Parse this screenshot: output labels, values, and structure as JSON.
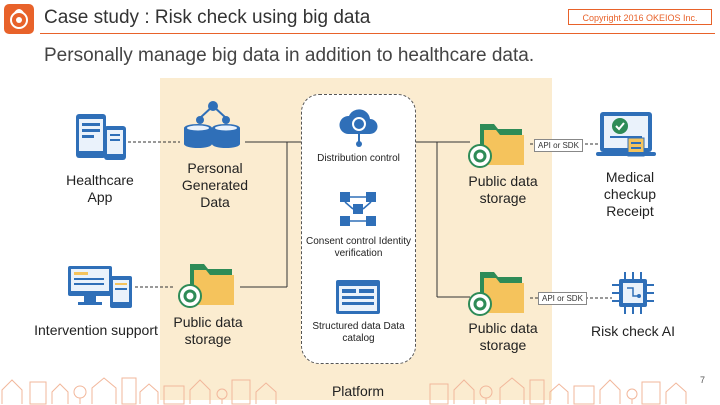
{
  "header": {
    "title": "Case study : Risk check using big data",
    "copyright": "Copyright 2016 OKEIOS Inc.",
    "subtitle": "Personally manage big data in addition to healthcare data."
  },
  "nodes": {
    "healthcare_app": "Healthcare App",
    "personal_data": "Personal Generated Data",
    "intervention": "Intervention support",
    "public_storage_left": "Public data storage",
    "public_storage_top": "Public data storage",
    "public_storage_bottom": "Public data storage",
    "medical": "Medical checkup Receipt",
    "risk_ai": "Risk check AI"
  },
  "platform": {
    "label": "Platform",
    "distribution": "Distribution control",
    "consent": "Consent control Identity verification",
    "structured": "Structured data Data catalog"
  },
  "api_labels": {
    "top": "API or SDK",
    "bottom": "API or SDK"
  },
  "footer": {
    "page_number": "7"
  },
  "colors": {
    "accent": "#e8622a",
    "band": "#fbecd0",
    "icon_blue": "#2f6fb8",
    "folder_yellow": "#f5c35c",
    "gear_green": "#2e8b57"
  }
}
